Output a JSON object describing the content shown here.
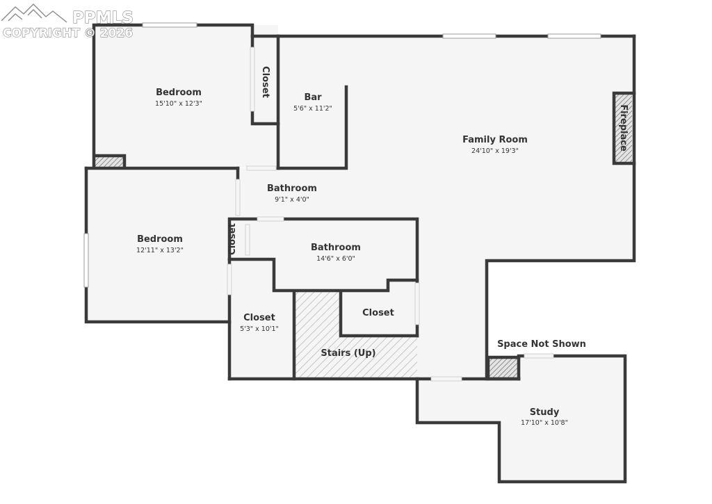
{
  "watermark": {
    "brand": "PPMLS",
    "copyright": "COPYRIGHT © 2026",
    "icon": "mountain-logo-icon"
  },
  "rooms": {
    "bedroom_1": {
      "name": "Bedroom",
      "dim": "15'10\" x 12'3\""
    },
    "closet_1": {
      "name": "Closet"
    },
    "bar": {
      "name": "Bar",
      "dim": "5'6\" x 11'2\""
    },
    "family_room": {
      "name": "Family Room",
      "dim": "24'10\" x 19'3\""
    },
    "fireplace": {
      "name": "Fireplace"
    },
    "bathroom_1": {
      "name": "Bathroom",
      "dim": "9'1\" x 4'0\""
    },
    "bedroom_2": {
      "name": "Bedroom",
      "dim": "12'11\" x 13'2\""
    },
    "closet_2": {
      "name": "Closet"
    },
    "bathroom_2": {
      "name": "Bathroom",
      "dim": "14'6\" x 6'0\""
    },
    "closet_3": {
      "name": "Closet",
      "dim": "5'3\" x 10'1\""
    },
    "closet_4": {
      "name": "Closet"
    },
    "stairs": {
      "name": "Stairs (Up)"
    },
    "space_not_shown": {
      "name": "Space Not Shown"
    },
    "study": {
      "name": "Study",
      "dim": "17'10\" x 10'8\""
    }
  },
  "colors": {
    "wall": "#3a3a3a",
    "floor": "#f5f5f5",
    "text": "#333333"
  }
}
